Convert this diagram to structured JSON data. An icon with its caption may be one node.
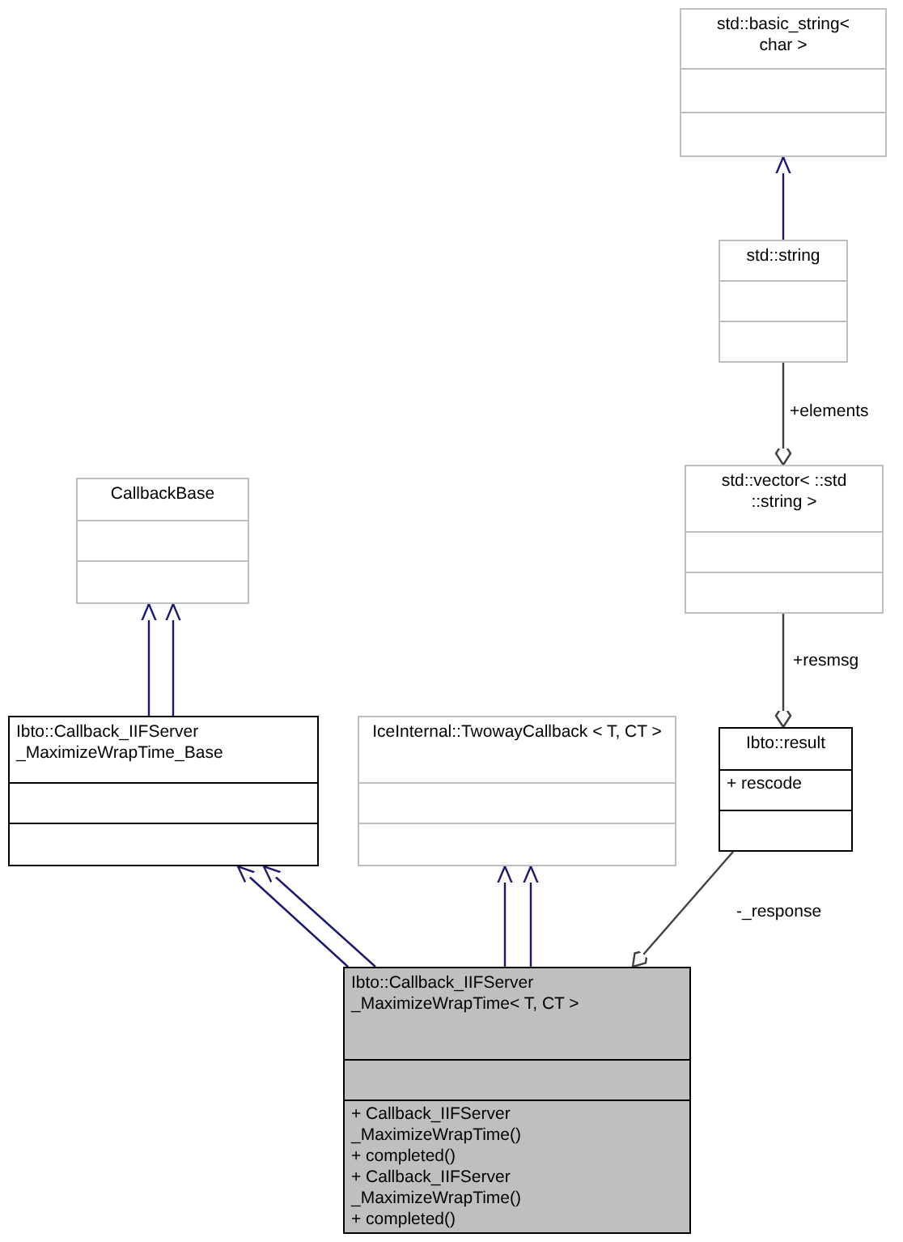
{
  "diagram": {
    "nodes": [
      {
        "text": [
          "std::basic_string< char >"
        ]
      },
      {
        "text": [
          "std::string"
        ]
      },
      {
        "text": [
          "std::vector< ::std ::string >"
        ]
      },
      {
        "text": [
          "CallbackBase"
        ]
      },
      {
        "text": [
          "Ibto::Callback_IIFServer _MaximizeWrapTime_Base"
        ]
      },
      {
        "text": [
          "IceInternal::TwowayCallback < T, CT >"
        ]
      },
      {
        "text": [
          "Ibto::result",
          "+ rescode"
        ]
      },
      {
        "text": [
          "Ibto::Callback_IIFServer _MaximizeWrapTime< T, CT >",
          "+ Callback_IIFServer _MaximizeWrapTime()",
          "+ completed()",
          "+ Callback_IIFServer _MaximizeWrapTime()",
          "+ completed()"
        ]
      }
    ],
    "edges": [
      {
        "from": 1,
        "to": 0,
        "arrow": "to"
      },
      {
        "from": 4,
        "to": 3,
        "arrow": "to"
      },
      {
        "from": 4,
        "to": 3,
        "arrow": "to"
      },
      {
        "from": 7,
        "to": 4,
        "arrow": "to"
      },
      {
        "from": 7,
        "to": 4,
        "arrow": "to"
      },
      {
        "from": 7,
        "to": 5,
        "arrow": "to"
      },
      {
        "from": 7,
        "to": 5,
        "arrow": "to"
      },
      {
        "from": 1,
        "to": 2,
        "arrow": "other",
        "label": "+elements",
        "color": "#404040"
      },
      {
        "from": 2,
        "to": 6,
        "arrow": "other",
        "label": "+resmsg",
        "color": "#404040"
      },
      {
        "from": 6,
        "to": 7,
        "arrow": "other",
        "label": "-_response",
        "color": "#404040"
      }
    ]
  }
}
